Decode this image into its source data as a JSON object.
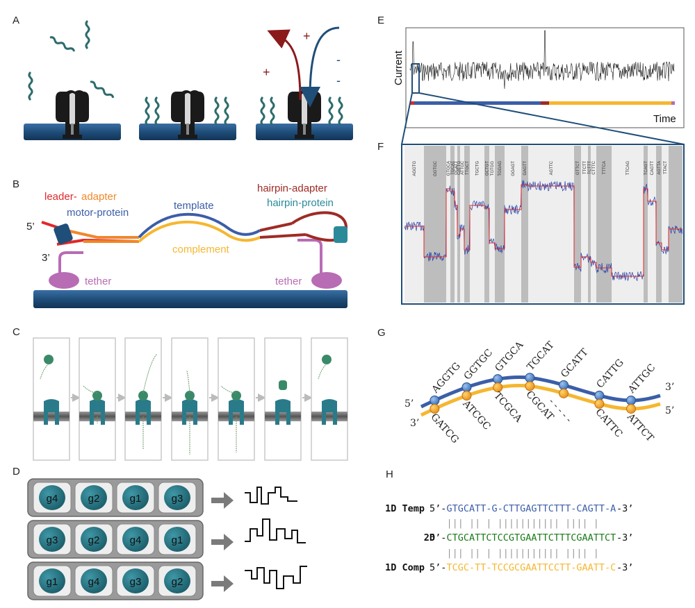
{
  "panels": {
    "a": "A",
    "b": "B",
    "c": "C",
    "d": "D",
    "e": "E",
    "f": "F",
    "g": "G",
    "h": "H"
  },
  "colors": {
    "membrane": "#1f4e79",
    "dna": "#2e6b6b",
    "red": "#e0282a",
    "orange": "#f0872a",
    "blue": "#3b5ea8",
    "yellow": "#f5b731",
    "hairpin": "#9e2b25",
    "tether": "#b86cb4",
    "green": "#1a7a1a",
    "cation_arrow": "#8b1a1a",
    "anion_arrow": "#1f4e79",
    "bead": "#2a7b8a"
  },
  "panel_a": {
    "plus_1": "+",
    "plus_2": "+",
    "minus_1": "-",
    "minus_2": "-"
  },
  "panel_b": {
    "leader_adapter_1": "leader-",
    "leader_adapter_2": "adapter",
    "motor_protein": "motor-protein",
    "template": "template",
    "hairpin_adapter": "hairpin-adapter",
    "hairpin_protein": "hairpin-protein",
    "five_prime": "5’",
    "three_prime": "3’",
    "complement": "complement",
    "tether_left": "tether",
    "tether_right": "tether"
  },
  "panel_d": {
    "rows": [
      [
        "g4",
        "g2",
        "g1",
        "g3"
      ],
      [
        "g3",
        "g2",
        "g4",
        "g1"
      ],
      [
        "g1",
        "g4",
        "g3",
        "g2"
      ]
    ]
  },
  "panel_e": {
    "ylabel": "Current",
    "xlabel": "Time"
  },
  "panel_f": {
    "kmers": [
      "AGGTG",
      "GGTGC",
      "GTGCA",
      "TGCAT",
      "GCATT",
      "CATTG",
      "ATTGC",
      "TTGCT",
      "TGCTG",
      "GCTGT",
      "TGTGG",
      "TGGAG",
      "GGAGT",
      "GAGTT",
      "AGTTC",
      "GTTCT",
      "TTCTT",
      "TCTTT",
      "CTTTC",
      "TTTCA",
      "TTCAG",
      "TCAGT",
      "CAGTT",
      "AGTTA",
      "TTACT"
    ],
    "highlight_kmers": [
      "TGTGG",
      "TGGAG"
    ]
  },
  "panel_g": {
    "top_kmers": [
      "AGGTG",
      "GGTGC",
      "GTGCA",
      "TGCAT",
      "GCATT",
      "CATTG",
      "ATTGC"
    ],
    "bottom_kmers": [
      "GATCG",
      "ATCGC",
      "TCGCA",
      "CGCAT",
      "CATTC",
      "ATTCT"
    ],
    "dashes": "- - - - -",
    "top_5": "5’",
    "top_3": "3’",
    "bottom_3": "3’",
    "bottom_5": "5’"
  },
  "panel_h": {
    "rows": [
      {
        "label": "1D Temp",
        "prefix": "5’-",
        "seq": "GTGCATT-G-CTTGAGTTCTTT-CAGTT-A",
        "suffix": "-3’",
        "color": "#3b5ea8"
      },
      {
        "label": "2D",
        "prefix": "5’-",
        "seq": "CTGCATTCTCCGTGAATTCTTTCGAATTCT",
        "suffix": "-3’",
        "color": "#1a7a1a"
      },
      {
        "label": "1D Comp",
        "prefix": "5’-",
        "seq": "TCGC-TT-TCCGCGAATTCCTT-GAATT-C",
        "suffix": "-3’",
        "color": "#f5b731"
      }
    ],
    "bars_1": "|||  ||  |  |||||||||||  ||||  |",
    "bars_2": "|||  ||  |  |||||||||||  ||||  |"
  }
}
